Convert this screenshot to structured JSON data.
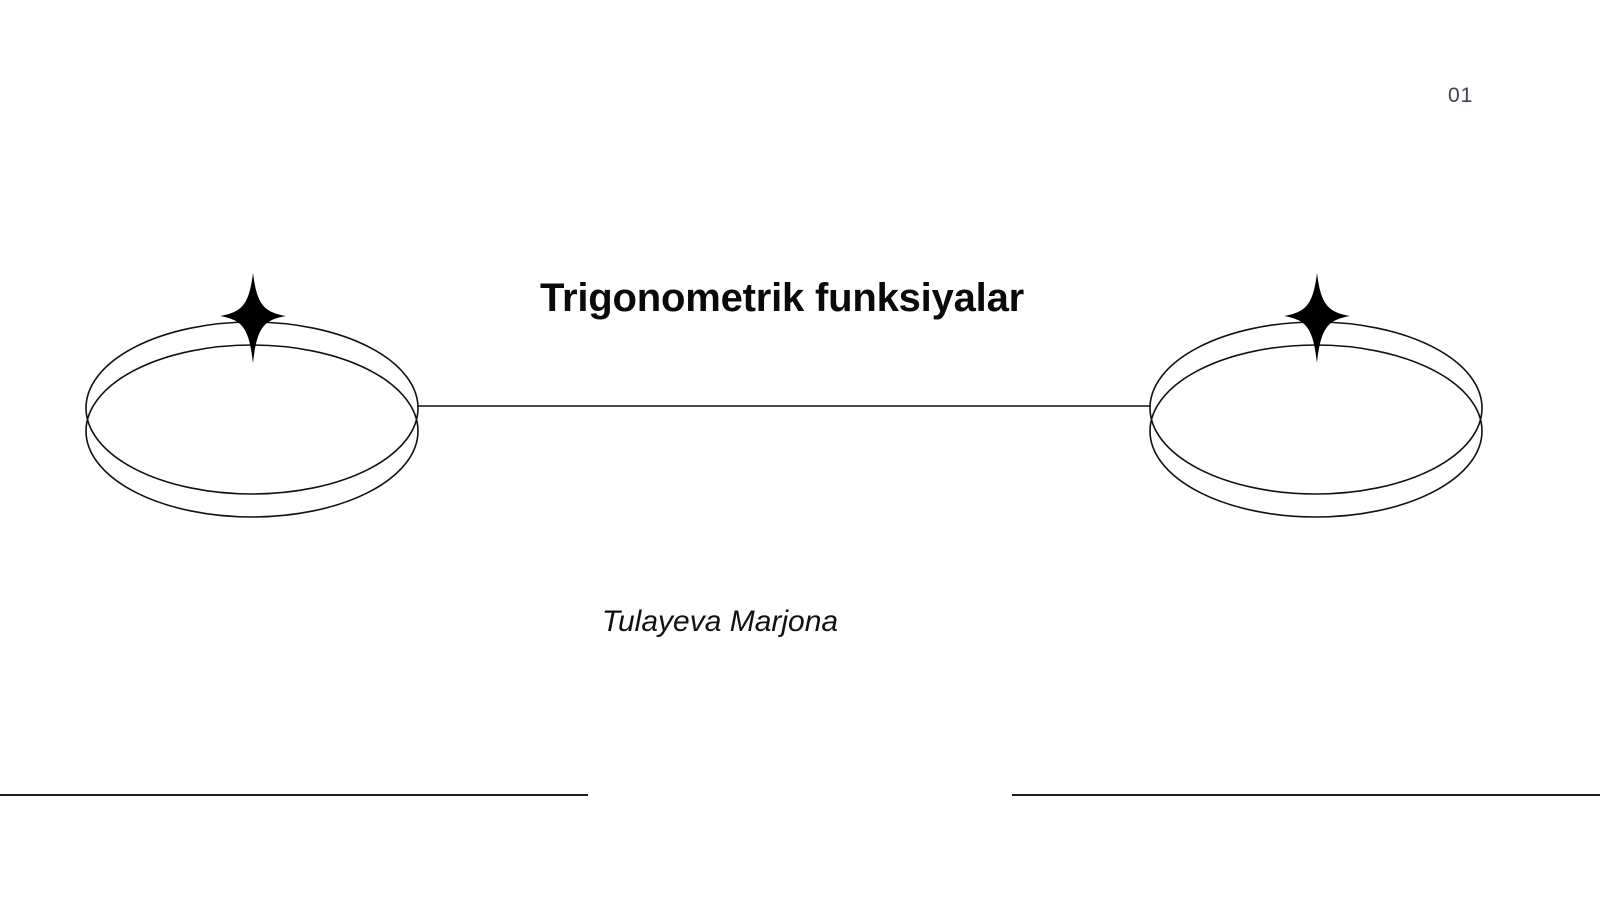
{
  "slide": {
    "page_number": "01",
    "title": "Trigonometrik funksiyalar",
    "author": "Tulayeva Marjona",
    "background_color": "#ffffff",
    "title_color": "#0a0a0a",
    "author_color": "#111111",
    "page_number_color": "#3b4250",
    "line_color": "#1d1d1d",
    "decoration": {
      "left_ornament_label": "double-ellipse-with-sparkle",
      "right_ornament_label": "double-ellipse-with-sparkle",
      "connector_label": "horizontal-connector-line",
      "star_points": 4,
      "star_color": "#000000"
    }
  }
}
